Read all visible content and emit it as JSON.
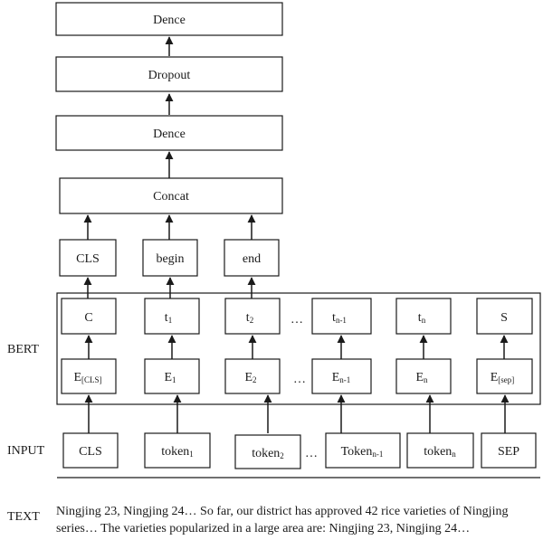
{
  "layers": {
    "top_dense": "Dence",
    "dropout": "Dropout",
    "dense": "Dence",
    "concat": "Concat"
  },
  "heads": {
    "cls": "CLS",
    "begin": "begin",
    "end": "end"
  },
  "bert_output": {
    "c": "C",
    "t1": "t",
    "t1_sub": "1",
    "t2": "t",
    "t2_sub": "2",
    "tn1": "t",
    "tn1_sub": "n-1",
    "tn": "t",
    "tn_sub": "n",
    "s": "S"
  },
  "embeddings": {
    "e_cls": "E",
    "e_cls_sub": "[CLS]",
    "e1": "E",
    "e1_sub": "1",
    "e2": "E",
    "e2_sub": "2",
    "en1": "E",
    "en1_sub": "n-1",
    "en": "E",
    "en_sub": "n",
    "e_sep": "E",
    "e_sep_sub": "[sep]"
  },
  "inputs": {
    "cls": "CLS",
    "token1": "token",
    "token1_sub": "1",
    "token2": "token",
    "token2_sub": "2",
    "tokenn1": "Token",
    "tokenn1_sub": "n-1",
    "tokenn": "token",
    "tokenn_sub": "n",
    "sep": "SEP"
  },
  "ellipsis": "…",
  "labels": {
    "bert": "BERT",
    "input": "INPUT",
    "text": "TEXT"
  },
  "text_body": "Ningjing 23, Ningjing 24… So far, our district has approved 42 rice varieties of Ningjing series… The varieties popularized in a large area are: Ningjing 23, Ningjing 24…"
}
